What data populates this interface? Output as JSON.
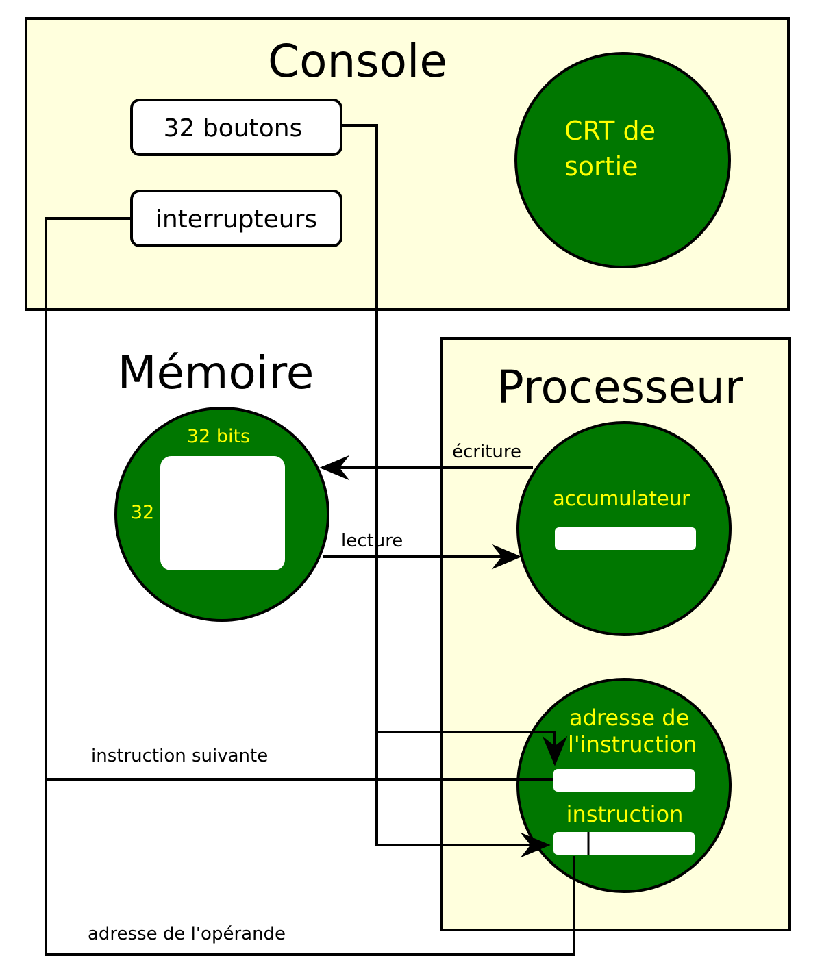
{
  "console": {
    "title": "Console",
    "buttons_label": "32 boutons",
    "switches_label": "interrupteurs",
    "crt_label_line1": "CRT de",
    "crt_label_line2": "sortie"
  },
  "memory": {
    "title": "Mémoire",
    "width_label": "32 bits",
    "height_label": "32"
  },
  "processor": {
    "title": "Processeur",
    "accumulator_label": "accumulateur",
    "instruction_address_line1": "adresse de",
    "instruction_address_line2": "l'instruction",
    "instruction_label": "instruction"
  },
  "connections": {
    "write_label": "écriture",
    "read_label": "lecture",
    "next_instruction_label": "instruction suivante",
    "operand_address_label": "adresse de l'opérande"
  },
  "colors": {
    "panel_fill": "#ffffdd",
    "node_fill": "#007700",
    "node_text": "#ffff00",
    "stroke": "#000000",
    "register_fill": "#ffffff"
  }
}
